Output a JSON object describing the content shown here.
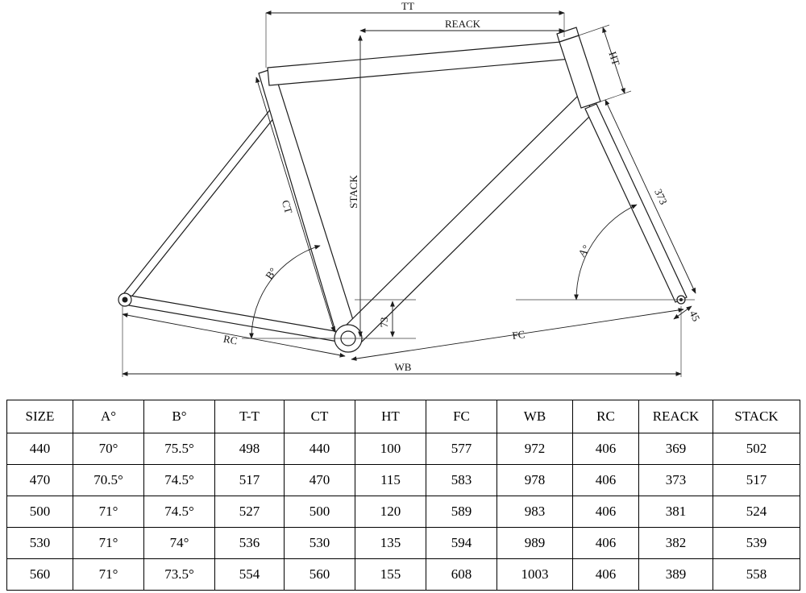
{
  "diagram": {
    "labels": {
      "tt": "TT",
      "reack": "REACK",
      "stack": "STACK",
      "ht": "HT",
      "ct": "CT",
      "fork_length": "373",
      "head_angle": "A°",
      "seat_angle": "B°",
      "bb_drop": "73",
      "rc": "RC",
      "fc": "FC",
      "wb": "WB",
      "fork_offset": "45"
    }
  },
  "table": {
    "headers": [
      "SIZE",
      "A°",
      "B°",
      "T-T",
      "CT",
      "HT",
      "FC",
      "WB",
      "RC",
      "REACK",
      "STACK"
    ],
    "rows": [
      [
        "440",
        "70°",
        "75.5°",
        "498",
        "440",
        "100",
        "577",
        "972",
        "406",
        "369",
        "502"
      ],
      [
        "470",
        "70.5°",
        "74.5°",
        "517",
        "470",
        "115",
        "583",
        "978",
        "406",
        "373",
        "517"
      ],
      [
        "500",
        "71°",
        "74.5°",
        "527",
        "500",
        "120",
        "589",
        "983",
        "406",
        "381",
        "524"
      ],
      [
        "530",
        "71°",
        "74°",
        "536",
        "530",
        "135",
        "594",
        "989",
        "406",
        "382",
        "539"
      ],
      [
        "560",
        "71°",
        "73.5°",
        "554",
        "560",
        "155",
        "608",
        "1003",
        "406",
        "389",
        "558"
      ]
    ]
  }
}
